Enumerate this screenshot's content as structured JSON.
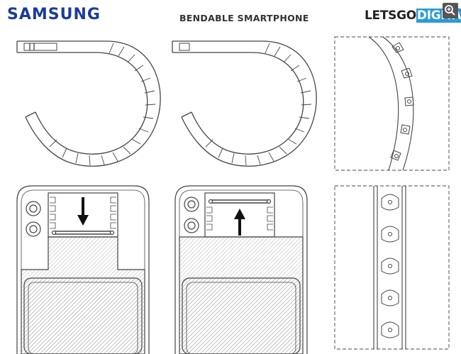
{
  "header": {
    "brand_left": "SAMSUNG",
    "title": "BENDABLE SMARTPHONE",
    "brand_right_a": "LETSGO",
    "brand_right_b": "DIGITAL"
  },
  "colors": {
    "samsung_blue": "#1a3c9a",
    "digital_blue": "#2b9bd9",
    "line": "#444444"
  },
  "icons": {
    "zoom": "zoom-in-icon"
  }
}
